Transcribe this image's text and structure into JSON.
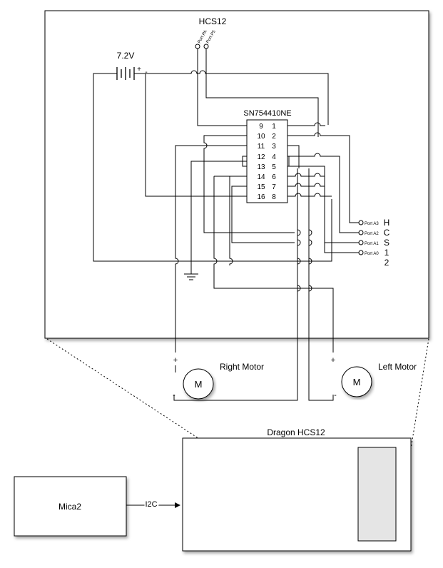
{
  "schematic": {
    "hcs12_label": "HCS12",
    "port_pa_label": "Port PA",
    "port_p5_label": "Port P5",
    "battery_label": "7.2V",
    "battery_plus": "+",
    "battery_minus": "-",
    "chip_label": "SN754410NE",
    "chip_pins_left": [
      "9",
      "10",
      "11",
      "12",
      "13",
      "14",
      "15",
      "16"
    ],
    "chip_pins_right": [
      "1",
      "2",
      "3",
      "4",
      "5",
      "6",
      "7",
      "8"
    ],
    "port_a_labels": [
      "Port A3",
      "Port A2",
      "Port A1",
      "Port A0"
    ],
    "signal_letters": [
      "H",
      "C",
      "S",
      "1",
      "2"
    ]
  },
  "motors": {
    "right_label": "Right Motor",
    "left_label": "Left Motor",
    "motor_symbol": "M",
    "plus_sign": "+",
    "minus_sign": "-"
  },
  "blocks": {
    "dragon_label": "Dragon HCS12",
    "mica2_label": "Mica2",
    "i2c_label": "I2C"
  },
  "colors": {
    "line": "#000000",
    "module_fill": "#e5e5e5",
    "background": "#ffffff"
  }
}
